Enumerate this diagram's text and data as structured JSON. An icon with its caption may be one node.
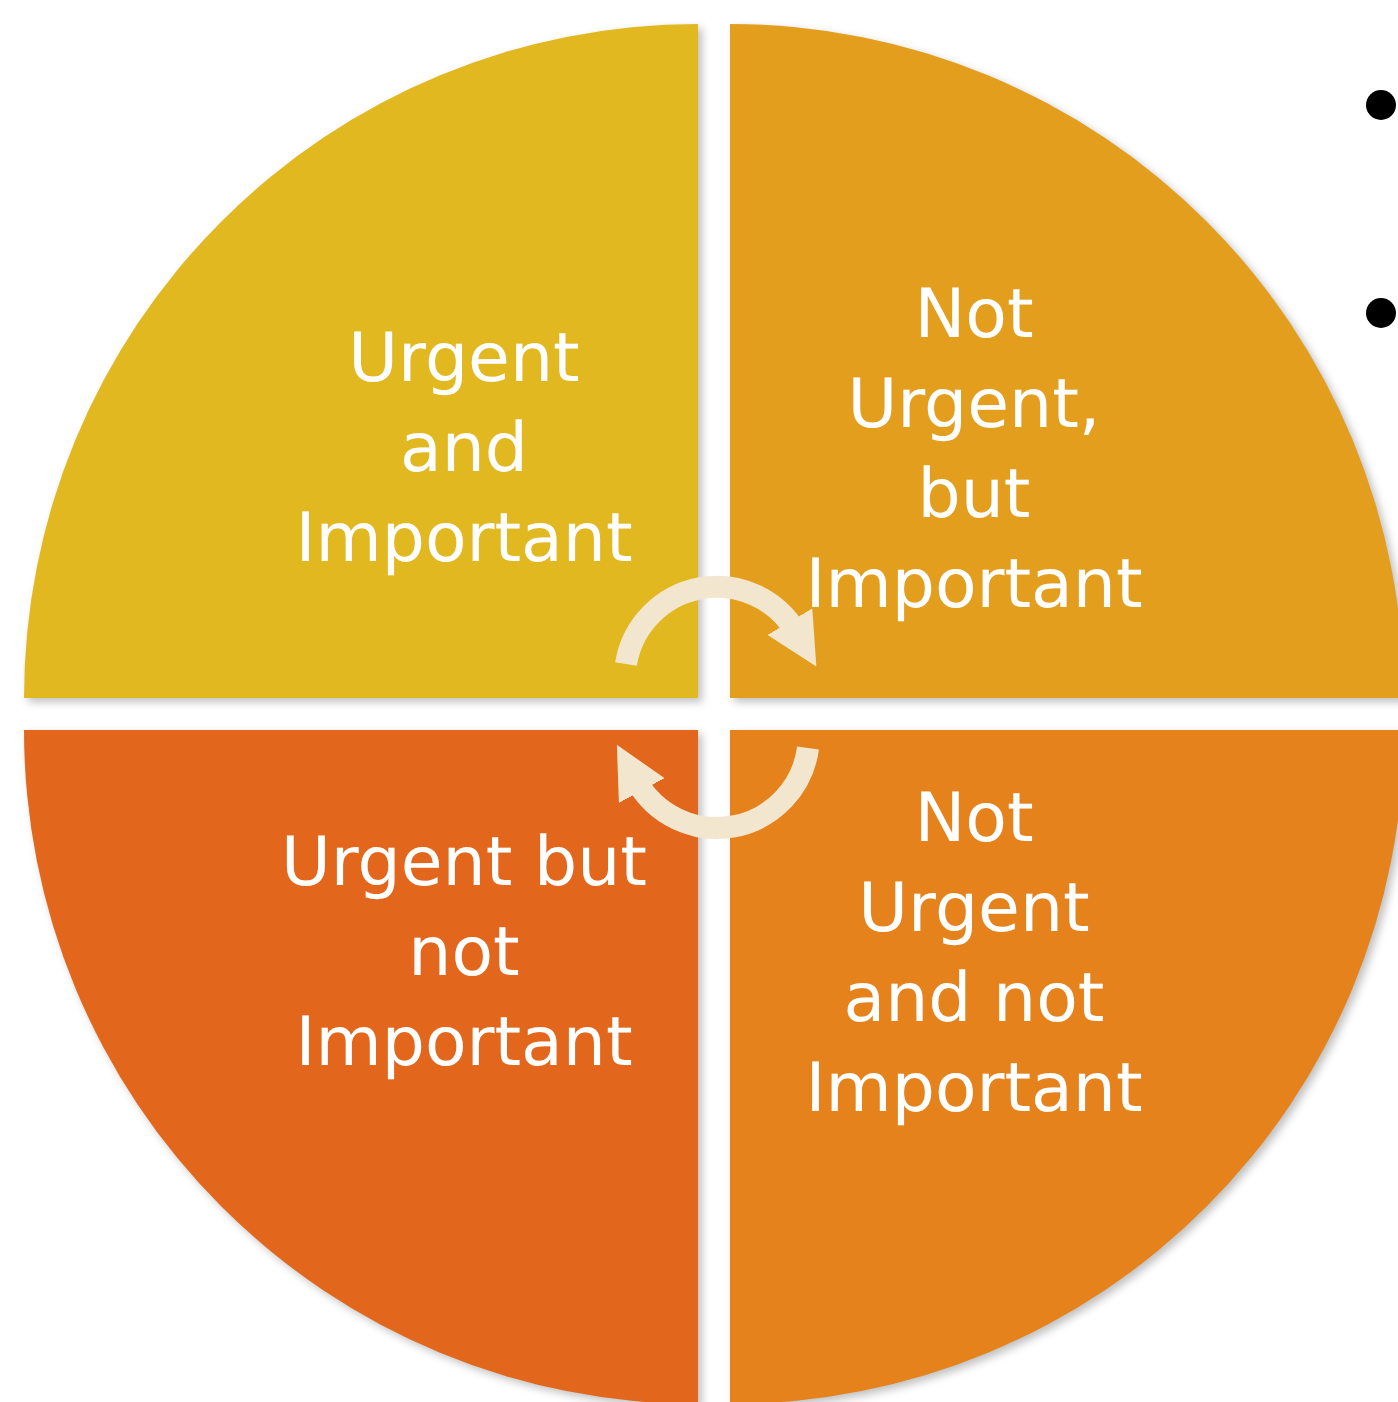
{
  "diagram": {
    "nodes": [
      {
        "text": [
          "Urgent and Important"
        ]
      },
      {
        "text": [
          "Not Urgent, but Important"
        ]
      },
      {
        "text": [
          "Urgent but not Important"
        ]
      },
      {
        "text": [
          "Not Urgent and not Important"
        ]
      }
    ],
    "edges": [
      {
        "from": 0,
        "to": 1,
        "arrow": "to"
      },
      {
        "from": 3,
        "to": 2,
        "arrow": "to"
      }
    ]
  }
}
